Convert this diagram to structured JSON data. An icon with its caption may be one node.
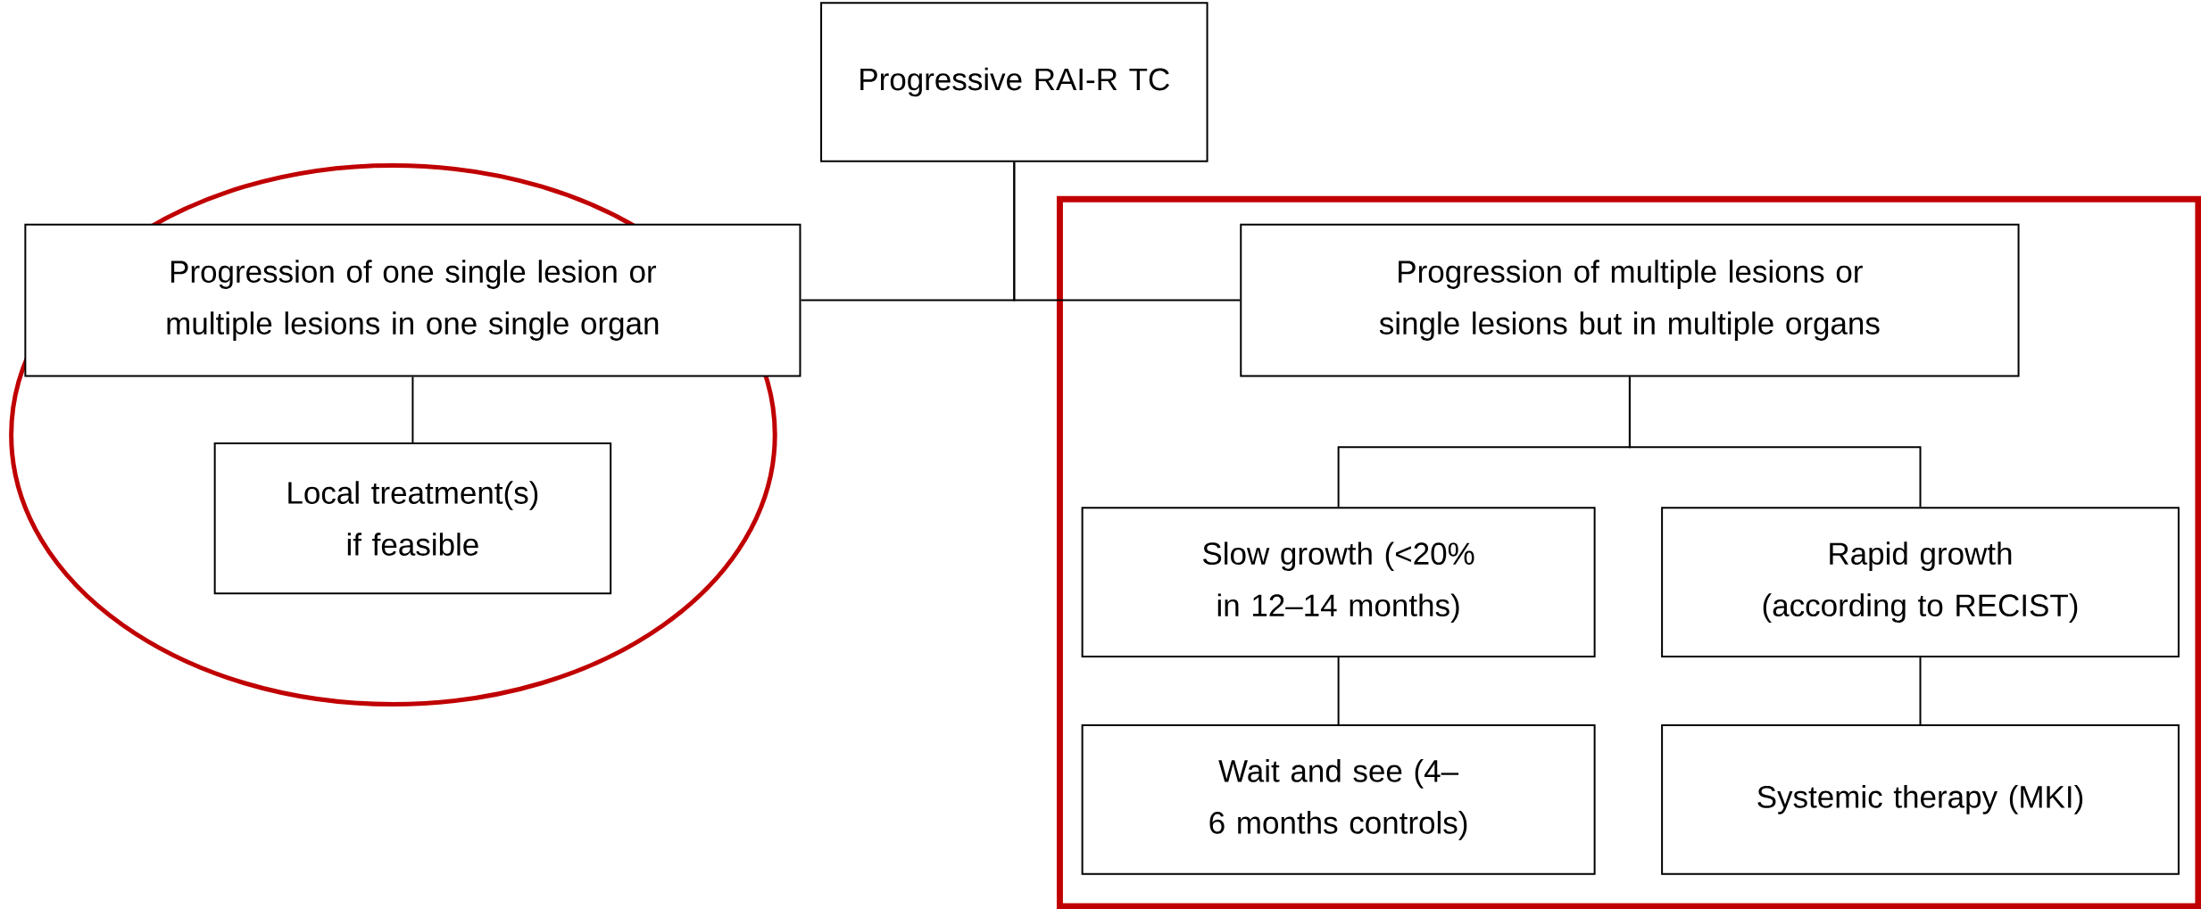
{
  "diagram": {
    "nodes": [
      {
        "text": [
          "Progressive RAI-R TC"
        ]
      },
      {
        "text": [
          "Progression of one single lesion or multiple lesions in one single organ"
        ]
      },
      {
        "text": [
          "Local treatment(s) if feasible"
        ]
      },
      {
        "text": [
          "Progression of multiple lesions or single lesions but in multiple organs"
        ]
      },
      {
        "text": [
          "Slow growth (<20% in 12–14 months)"
        ]
      },
      {
        "text": [
          "Rapid growth (according to RECIST)"
        ]
      },
      {
        "text": [
          "Wait and see (4–6 months controls)"
        ]
      },
      {
        "text": [
          "Systemic therapy (MKI)"
        ]
      }
    ],
    "edges": [
      {
        "from": 0,
        "to": 1,
        "arrow": "none"
      },
      {
        "from": 0,
        "to": 3,
        "arrow": "none"
      },
      {
        "from": 1,
        "to": 2,
        "arrow": "none"
      },
      {
        "from": 3,
        "to": 4,
        "arrow": "none"
      },
      {
        "from": 3,
        "to": 5,
        "arrow": "none"
      },
      {
        "from": 4,
        "to": 6,
        "arrow": "none"
      },
      {
        "from": 5,
        "to": 7,
        "arrow": "none"
      }
    ]
  }
}
